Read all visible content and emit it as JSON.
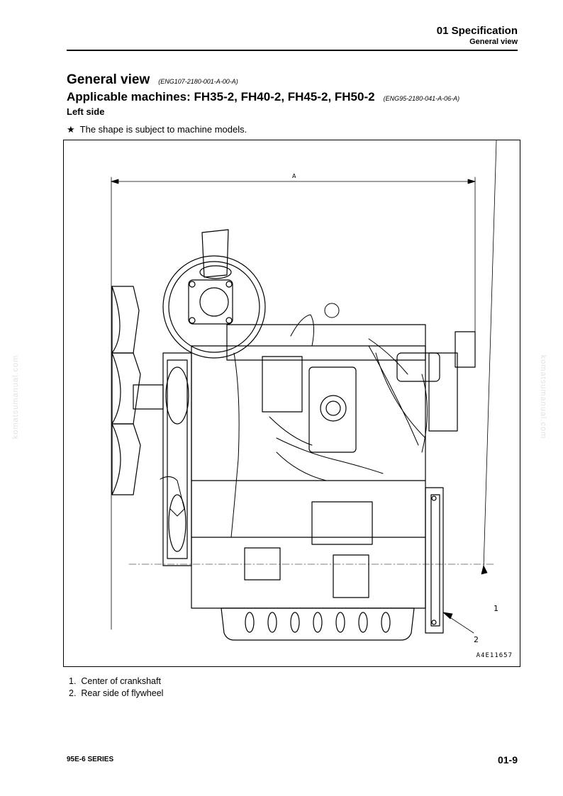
{
  "header": {
    "chapter": "01 Specification",
    "section": "General view"
  },
  "title": {
    "text": "General view",
    "code": "(ENG107-2180-001-A-00-A)"
  },
  "subtitle": {
    "text": "Applicable machines: FH35-2, FH40-2, FH45-2, FH50-2",
    "code": "(ENG95-2180-041-A-06-A)"
  },
  "view_label": "Left side",
  "note": {
    "symbol": "★",
    "text": "The shape is subject to machine models."
  },
  "figure": {
    "dimension_label": "A",
    "callout_1": "1",
    "callout_2": "2",
    "drawing_code": "A4E11657"
  },
  "legend": [
    {
      "num": "1.",
      "text": "Center of crankshaft"
    },
    {
      "num": "2.",
      "text": "Rear side of flywheel"
    }
  ],
  "watermark": "komatsumanual.com",
  "footer": {
    "series": "95E-6 SERIES",
    "page": "01-9"
  }
}
